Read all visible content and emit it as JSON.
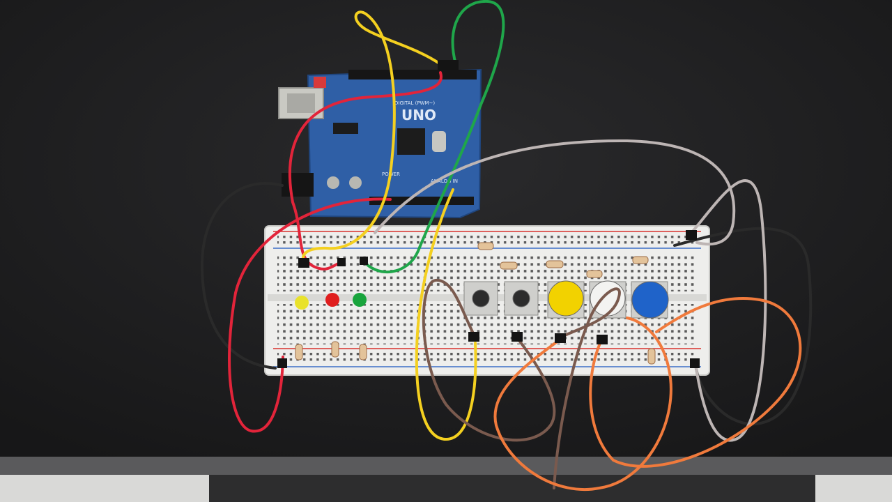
{
  "board": {
    "brand": "UNO",
    "digital_label": "DIGITAL (PWM~)",
    "analog_label": "ANALOG IN",
    "power_label": "POWER"
  },
  "colors": {
    "desk": "#1f1f21",
    "board_blue": "#2f5fa6",
    "breadboard": "#eeeeec",
    "rail_red": "#d9302c",
    "rail_blue": "#3b6fc6",
    "wire_red": "#e2243a",
    "wire_yellow": "#f4d020",
    "wire_green": "#1fa64a",
    "wire_grey": "#bdb5b4",
    "wire_black": "#2a2a2a",
    "wire_brown": "#7a5a4e",
    "wire_orange": "#f07a3c"
  },
  "leds": [
    {
      "color": "#e9e22b"
    },
    {
      "color": "#e01e1e"
    },
    {
      "color": "#18a43c"
    }
  ],
  "buttons": [
    {
      "cap": "#2c2c2c"
    },
    {
      "cap": "#2c2c2c"
    },
    {
      "cap": "#f2d200"
    },
    {
      "cap": "#f3f3f1"
    },
    {
      "cap": "#1f63c9"
    }
  ]
}
